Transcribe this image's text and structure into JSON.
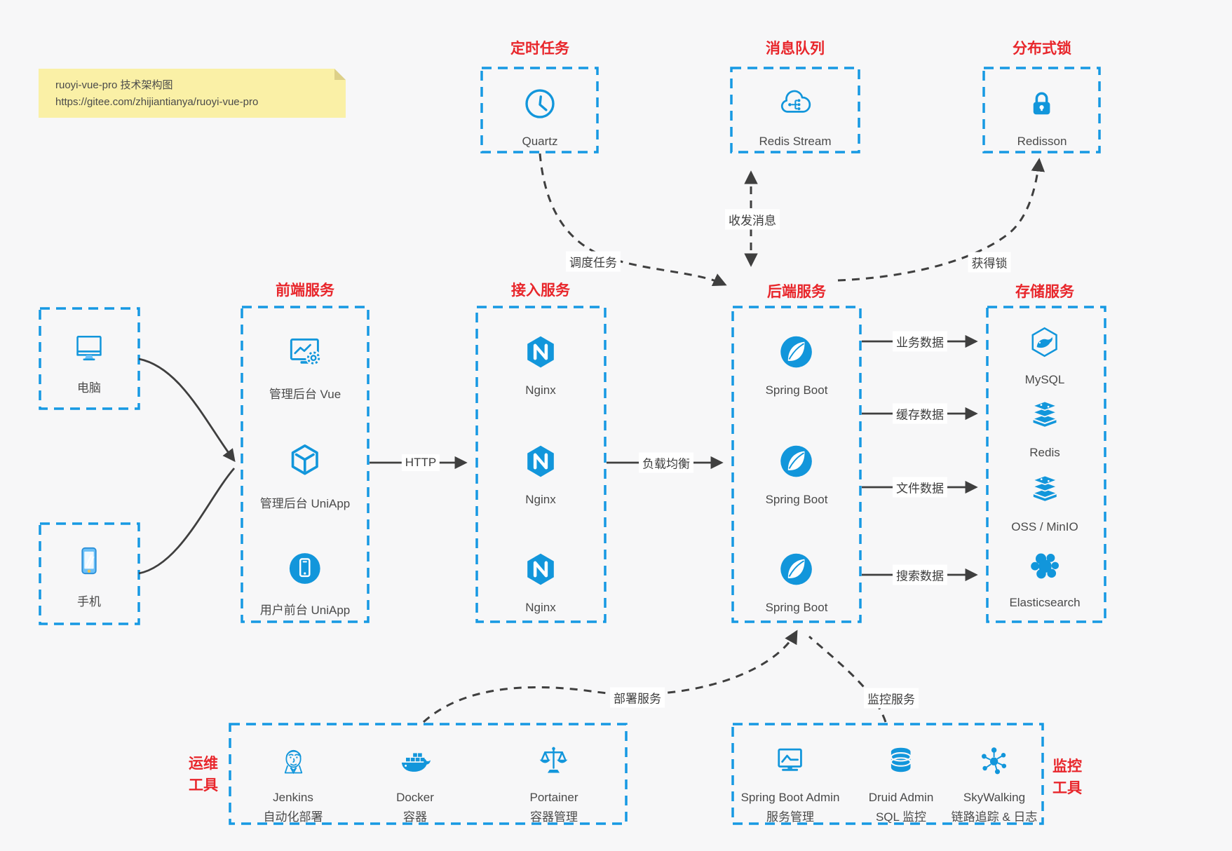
{
  "note": {
    "line1": "ruoyi-vue-pro 技术架构图",
    "line2": "https://gitee.com/zhijiantianya/ruoyi-vue-pro"
  },
  "colors": {
    "icon_blue": "#1296db",
    "border_blue": "#1699e3",
    "title_red": "#e8262b",
    "arrow_gray": "#3f3f3f",
    "note_yellow": "#faf0a6"
  },
  "top_groups": {
    "scheduled_job": {
      "title": "定时任务",
      "item": {
        "label": "Quartz",
        "icon": "clock-icon"
      }
    },
    "message_queue": {
      "title": "消息队列",
      "item": {
        "label": "Redis Stream",
        "icon": "cloud-hub-icon"
      }
    },
    "distributed_lock": {
      "title": "分布式锁",
      "item": {
        "label": "Redisson",
        "icon": "lock-icon"
      }
    }
  },
  "clients": {
    "pc": {
      "label": "电脑"
    },
    "mobile": {
      "label": "手机"
    }
  },
  "columns": {
    "frontend": {
      "title": "前端服务",
      "items": [
        {
          "label": "管理后台 Vue",
          "icon": "admin-screen-gear-icon"
        },
        {
          "label": "管理后台 UniApp",
          "icon": "cube-icon"
        },
        {
          "label": "用户前台 UniApp",
          "icon": "phone-circle-icon"
        }
      ]
    },
    "gateway": {
      "title": "接入服务",
      "items": [
        {
          "label": "Nginx",
          "icon": "nginx-icon"
        },
        {
          "label": "Nginx",
          "icon": "nginx-icon"
        },
        {
          "label": "Nginx",
          "icon": "nginx-icon"
        }
      ]
    },
    "backend": {
      "title": "后端服务",
      "items": [
        {
          "label": "Spring Boot",
          "icon": "spring-leaf-icon"
        },
        {
          "label": "Spring Boot",
          "icon": "spring-leaf-icon"
        },
        {
          "label": "Spring Boot",
          "icon": "spring-leaf-icon"
        }
      ]
    },
    "storage": {
      "title": "存储服务",
      "items": [
        {
          "label": "MySQL",
          "icon": "mysql-dolphin-icon"
        },
        {
          "label": "Redis",
          "icon": "stack-icon"
        },
        {
          "label": "OSS / MinIO",
          "icon": "stack-icon"
        },
        {
          "label": "Elasticsearch",
          "icon": "elastic-cluster-icon"
        }
      ]
    }
  },
  "bottom_groups": {
    "ops": {
      "title_line1": "运维",
      "title_line2": "工具",
      "items": [
        {
          "name": "Jenkins",
          "desc": "自动化部署",
          "icon": "jenkins-icon"
        },
        {
          "name": "Docker",
          "desc": "容器",
          "icon": "docker-whale-icon"
        },
        {
          "name": "Portainer",
          "desc": "容器管理",
          "icon": "scales-icon"
        }
      ]
    },
    "monitoring": {
      "title_line1": "监控",
      "title_line2": "工具",
      "items": [
        {
          "name": "Spring Boot Admin",
          "desc": "服务管理",
          "icon": "pulse-screen-icon"
        },
        {
          "name": "Druid Admin",
          "desc": "SQL 监控",
          "icon": "database-icon"
        },
        {
          "name": "SkyWalking",
          "desc": "链路追踪 & 日志",
          "icon": "network-hub-icon"
        }
      ]
    }
  },
  "edges": {
    "schedule": "调度任务",
    "messaging": "收发消息",
    "acquire_lock": "获得锁",
    "http": "HTTP",
    "load_balance": "负载均衡",
    "business_data": "业务数据",
    "cache_data": "缓存数据",
    "file_data": "文件数据",
    "search_data": "搜索数据",
    "deploy": "部署服务",
    "monitor": "监控服务"
  }
}
